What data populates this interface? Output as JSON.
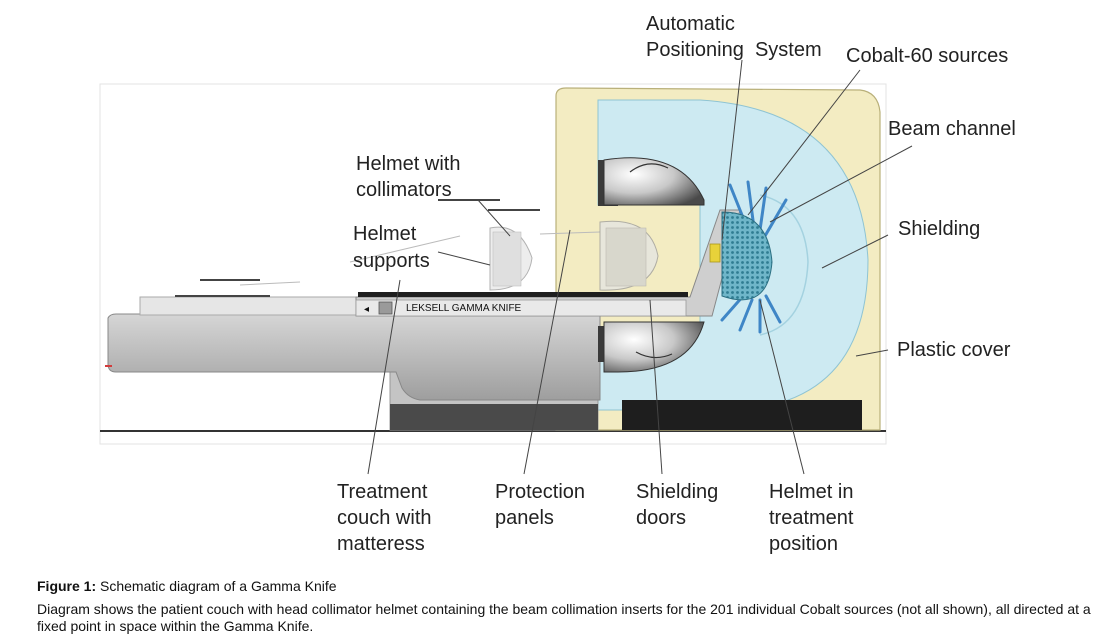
{
  "diagram": {
    "labels": {
      "automatic_positioning_1": "Automatic",
      "automatic_positioning_2": "Positioning  System",
      "cobalt_sources": "Cobalt-60 sources",
      "beam_channel": "Beam channel",
      "helmet_collimators_1": "Helmet with",
      "helmet_collimators_2": "collimators",
      "helmet_supports_1": "Helmet",
      "helmet_supports_2": "supports",
      "shielding": "Shielding",
      "plastic_cover": "Plastic cover",
      "treatment_couch_1": "Treatment",
      "treatment_couch_2": "couch with",
      "treatment_couch_3": "matteress",
      "protection_panels_1": "Protection",
      "protection_panels_2": "panels",
      "shielding_doors_1": "Shielding",
      "shielding_doors_2": "doors",
      "helmet_treatment_1": "Helmet in",
      "helmet_treatment_2": "treatment",
      "helmet_treatment_3": "position"
    },
    "couch_text": "LEKSELL GAMMA KNIFE",
    "colors": {
      "plastic_cover": "#f3ecc2",
      "shielding": "#cdeaf2",
      "couch": "#bdbdbd",
      "dark": "#1e1e1e",
      "beam": "#3f86c6"
    }
  },
  "caption": {
    "figure_label": "Figure 1:",
    "figure_title": " Schematic diagram of a Gamma Knife",
    "description": "Diagram shows the patient couch with head collimator helmet containing the beam collimation inserts for the 201 individual Cobalt sources (not all shown), all directed at a fixed point in space within the Gamma Knife."
  }
}
